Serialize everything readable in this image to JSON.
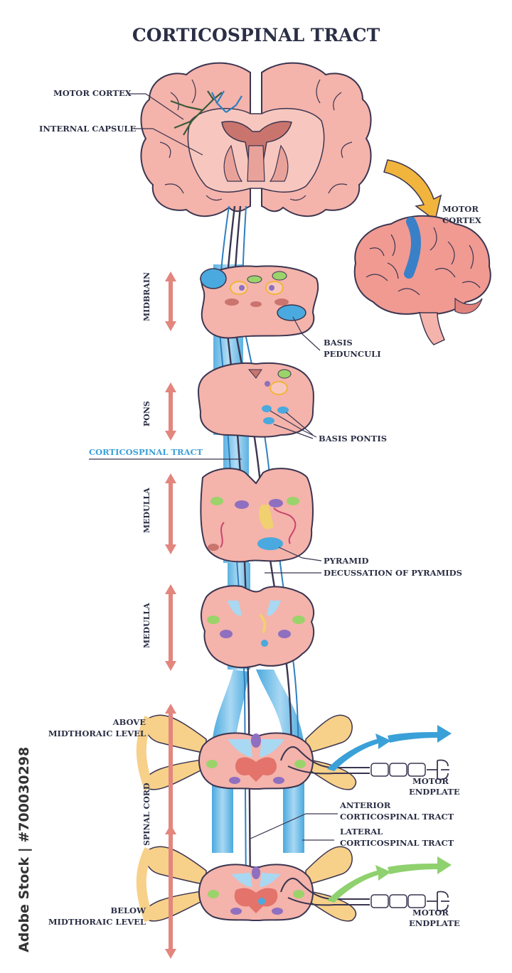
{
  "title": "CORTICOSPINAL TRACT",
  "labels": {
    "motor_cortex": "MOTOR CORTEX",
    "internal_capsule": "INTERNAL CAPSULE",
    "motor_cortex_inset_1": "MOTOR",
    "motor_cortex_inset_2": "CORTEX",
    "basis_pedunculi_1": "BASIS",
    "basis_pedunculi_2": "PEDUNCULI",
    "basis_pontis": "BASIS PONTIS",
    "corticospinal_tract": "CORTICOSPINAL TRACT",
    "pyramid": "PYRAMID",
    "decussation": "DECUSSATION OF PYRAMIDS",
    "anterior_1": "ANTERIOR",
    "anterior_2": "CORTICOSPINAL TRACT",
    "lateral_1": "LATERAL",
    "lateral_2": "CORTICOSPINAL TRACT",
    "endplate_1a": "MOTOR",
    "endplate_1b": "ENDPLATE",
    "endplate_2a": "MOTOR",
    "endplate_2b": "ENDPLATE",
    "above_1": "ABOVE",
    "above_2": "MIDTHORAIC LEVEL",
    "below_1": "BELOW",
    "below_2": "MIDTHORAIC LEVEL"
  },
  "levels": {
    "midbrain": "MIDBRAIN",
    "pons": "PONS",
    "medulla_1": "MEDULLA",
    "medulla_2": "MEDULLA",
    "spinal_cord": "SPINAL CORD"
  },
  "watermark": "Adobe Stock | #700030298",
  "colors": {
    "tissue": "#f4b3ab",
    "tissue_dark": "#e0837c",
    "tract": "#4aa9de",
    "tract_light": "#a9d8f3",
    "ink": "#2b2f45",
    "arrow_red": "#e2867e",
    "nerve": "#f7d08a",
    "highlight": "#f1b43c",
    "green_arrow": "#8fd16e"
  }
}
